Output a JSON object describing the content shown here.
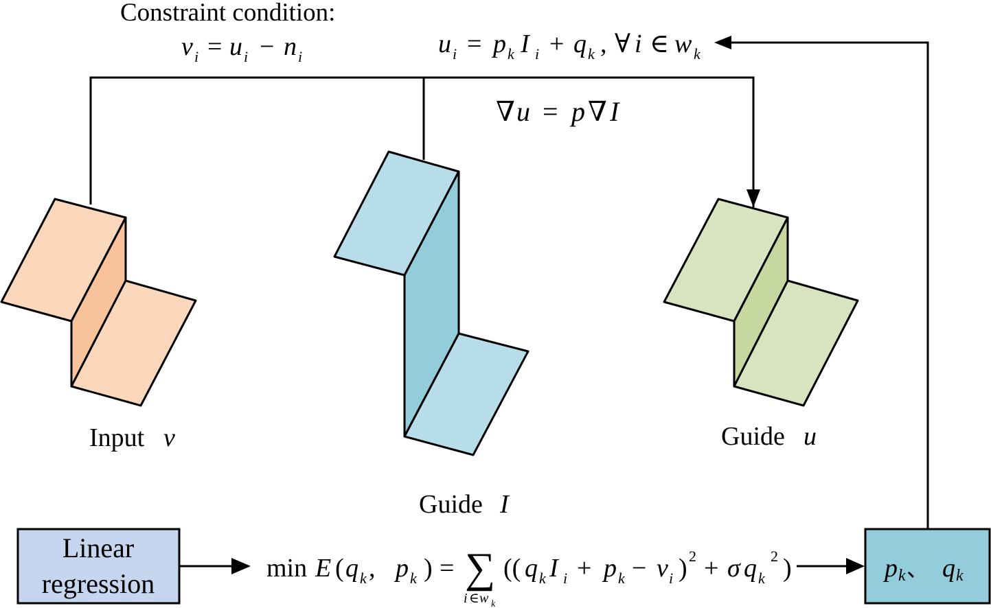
{
  "constraint": {
    "title": "Constraint condition:",
    "eq": {
      "v": "v",
      "i": "i",
      "eqsign": "=",
      "u": "u",
      "minus": "−",
      "n": "n"
    }
  },
  "model": {
    "u": "u",
    "i": "i",
    "eqsign": "=",
    "p": "p",
    "k": "k",
    "I": "I",
    "plus": "+",
    "q": "q",
    "comma": ",",
    "forall": "∀",
    "in": "∈",
    "w": "w"
  },
  "gradient": {
    "nabla": "∇",
    "u": "u",
    "eqsign": "=",
    "p": "p",
    "I": "I"
  },
  "shapes": {
    "input_label": "Input",
    "input_var": "v",
    "guideI_label": "Guide",
    "guideI_var": "I",
    "guideu_label": "Guide",
    "guideu_var": "u"
  },
  "boxes": {
    "regression_line1": "Linear",
    "regression_line2": "regression",
    "params_p": "p",
    "params_k": "k",
    "params_sep": "、",
    "params_q": "q"
  },
  "objective": {
    "min": "min",
    "E": "E",
    "open": "(",
    "q": "q",
    "k": "k",
    "comma": ",",
    "p": "p",
    "close": ")",
    "eqsign": "=",
    "sum": "∑",
    "sub_i": "i",
    "sub_in": "∈",
    "sub_w": "w",
    "sub_k": "k",
    "open2": "((",
    "I": "I",
    "i": "i",
    "plus": "+",
    "minus": "−",
    "v": "v",
    "close1": ")",
    "sq": "2",
    "sigma": "σ",
    "close2": ")"
  },
  "colors": {
    "input_light": "#fbd7bb",
    "input_dark": "#f8c29a",
    "guideI_light": "#b7dde8",
    "guideI_dark": "#93cddb",
    "guideu_light": "#d8e4bf",
    "guideu_dark": "#c6d8a0",
    "regression_box": "#c5d6ee",
    "params_box": "#93cddb"
  }
}
